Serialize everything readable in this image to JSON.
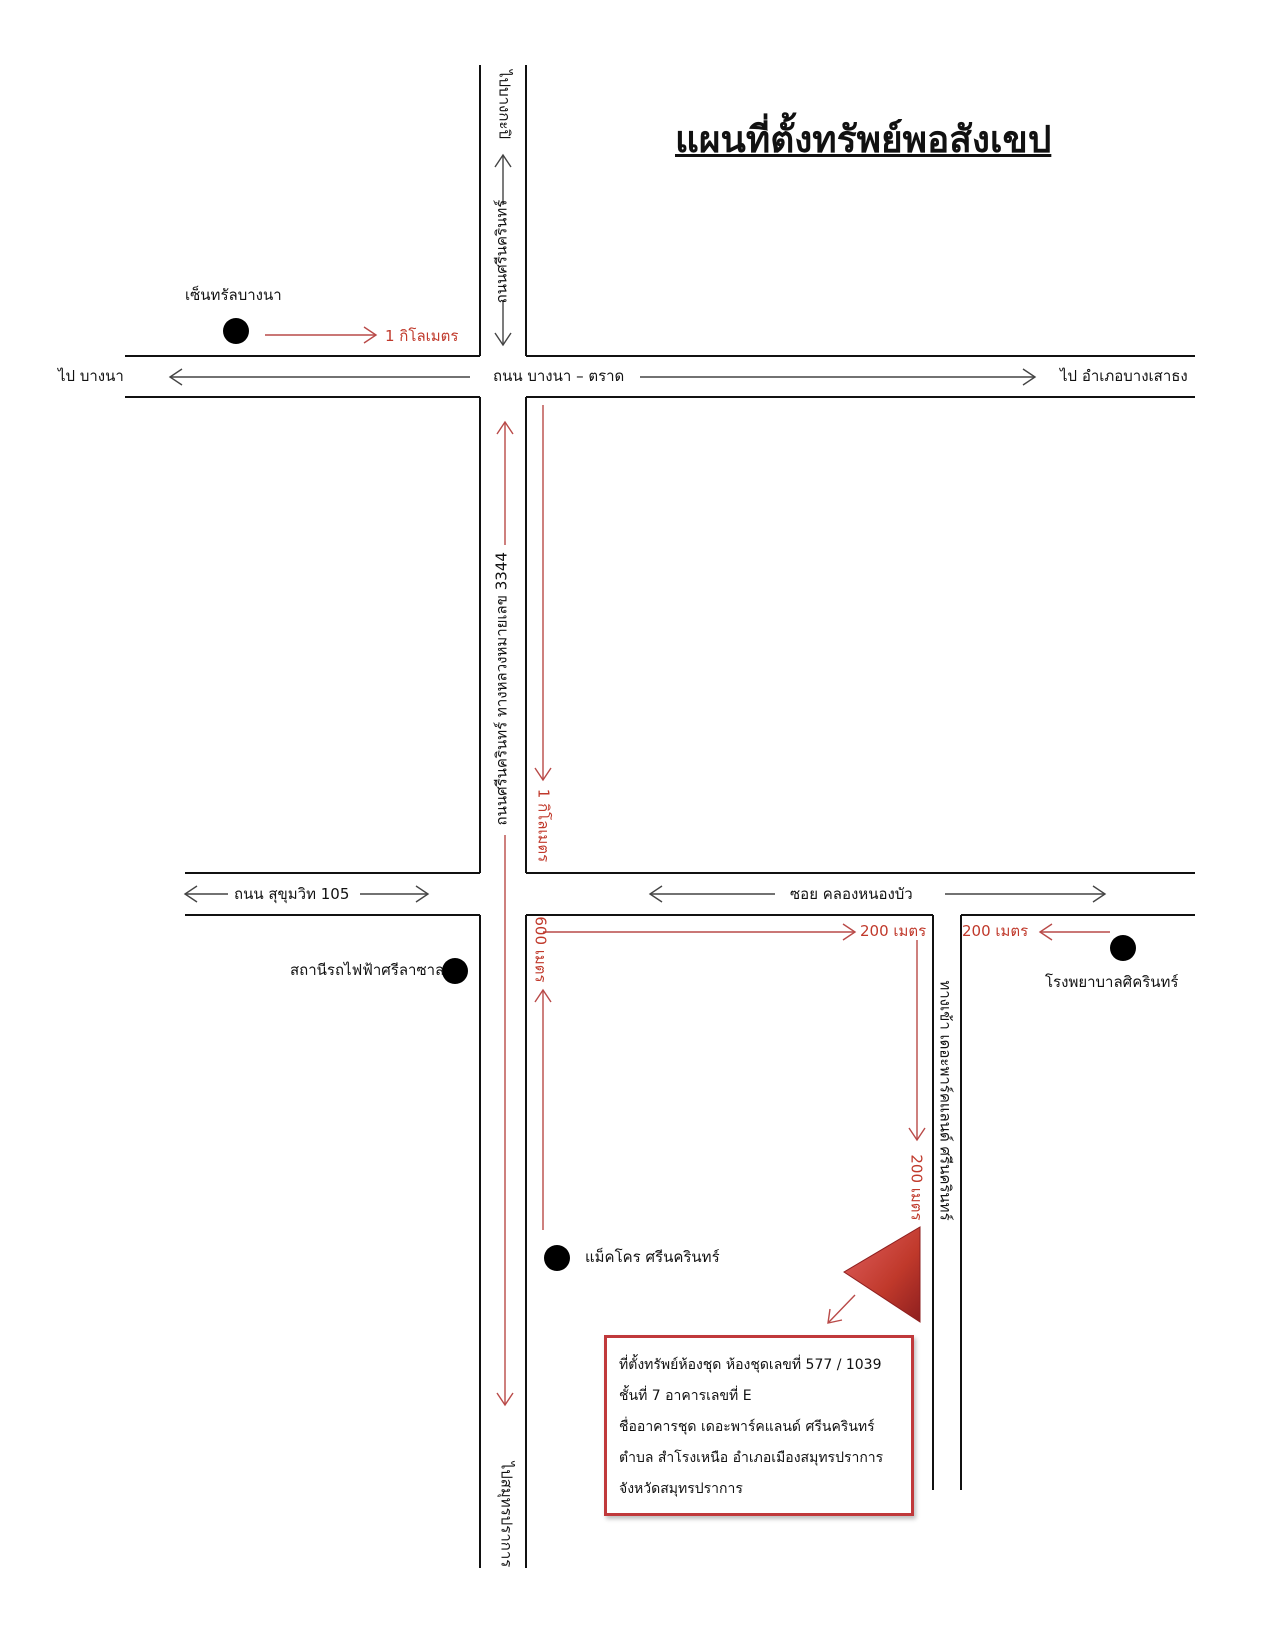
{
  "title": "แผนที่ตั้งทรัพย์พอสังเขป",
  "roads": {
    "bangna_trat": "ถนน บางนา – ตราด",
    "to_bangna": "ไป บางนา",
    "to_bang_sao_thong": "ไป อำเภอบางเสาธง",
    "srinagarindra_north": "ถนนศรีนครินทร์",
    "to_bang_kapi": "ไปบางกะปิ",
    "srinagarindra_main": "ถนนศรีนครินทร์ ทางหลวงหมายเลข 3344",
    "to_samut_prakan": "ไปสมุทรปราการ",
    "sukhumvit": "ถนน สุขุมวิท 105",
    "soi_khlong": "ซอย คลองหนองบัว",
    "project_road": "ทางเข้า เดอะพาร์คแลนด์ ศรีนครินทร์"
  },
  "distances": {
    "central_to_junction": "1 กิโลเมตร",
    "junction_to_soi": "1 กิโลเมตร",
    "makro_to_soi": "600 เมตร",
    "along_soi": "200 เมตร",
    "down_project_road": "200 เมตร",
    "hospital_to_road": "200 เมตร"
  },
  "landmarks": {
    "central": "เซ็นทรัลบางนา",
    "bts_station": "สถานีรถไฟฟ้าศรีลาซาล",
    "makro": "แม็คโคร ศรีนครินทร์",
    "hospital": "โรงพยาบาลศิครินทร์"
  },
  "property_info": {
    "line1": "ที่ตั้งทรัพย์ห้องชุด ห้องชุดเลขที่ 577 / 1039",
    "line2": "ชั้นที่ 7 อาคารเลขที่ E",
    "line3": "ชื่ออาคารชุด เดอะพาร์คแลนด์ ศรีนครินทร์",
    "line4": "ตำบล สำโรงเหนือ อำเภอเมืองสมุทรปราการ",
    "line5": "จังหวัดสมุทรปราการ"
  },
  "colors": {
    "road": "#111111",
    "arrow": "#b94a48",
    "marker": "#c0392b"
  }
}
